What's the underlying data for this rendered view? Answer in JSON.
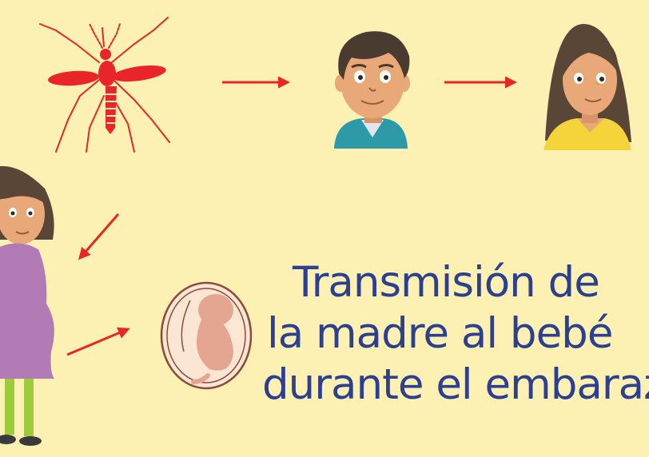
{
  "caption": {
    "line1": "Transmisión de",
    "line2": "la madre al bebé",
    "line3": "durante el embaraz"
  },
  "colors": {
    "background": "#fcf1b2",
    "mosquito": "#e8262a",
    "arrow": "#e8262a",
    "text": "#2d3f8f",
    "man_shirt": "#2e9aa8",
    "woman_top": "#f4d43a",
    "pregnant_dress": "#b27bb5",
    "pregnant_leggings": "#9ccc3c",
    "fetus": "#e4a690"
  },
  "icons": [
    "mosquito-icon",
    "man-icon",
    "woman-icon",
    "pregnant-woman-icon",
    "fetus-icon",
    "arrow-icon"
  ]
}
